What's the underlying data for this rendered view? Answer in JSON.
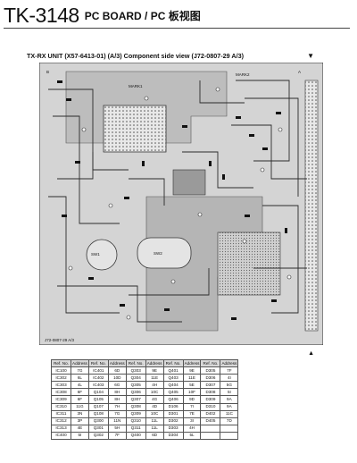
{
  "header": {
    "model": "TK-3148",
    "title": "PC BOARD / PC 板视图"
  },
  "diagram": {
    "caption": "TX-RX UNIT (X57-6413-01) (A/3)  Component side view  (J72-0807-29 A/3)",
    "marker_top": "▼",
    "marker_bottom": "▲",
    "board_labels": [
      "J72-0807-29 A/3",
      "SW1",
      "SW2",
      "MARK1",
      "MARK2",
      "B",
      "A"
    ]
  },
  "ref_table": {
    "headers": [
      "Ref. No.",
      "Address",
      "Ref. No.",
      "Address",
      "Ref. No.",
      "Address",
      "Ref. No.",
      "Address",
      "Ref. No.",
      "Address"
    ],
    "rows": [
      [
        "IC100",
        "7G",
        "IC401",
        "6D",
        "Q303",
        "9E",
        "Q401",
        "9E",
        "D305",
        "7F"
      ],
      [
        "IC302",
        "6L",
        "IC402",
        "10D",
        "Q304",
        "11E",
        "Q403",
        "11E",
        "D306",
        "4I"
      ],
      [
        "IC303",
        "4L",
        "IC403",
        "6G",
        "Q305",
        "4H",
        "Q404",
        "5E",
        "D307",
        "5G"
      ],
      [
        "IC308",
        "6F",
        "Q104",
        "8H",
        "Q306",
        "10C",
        "Q405",
        "10F",
        "D308",
        "5I"
      ],
      [
        "IC309",
        "6F",
        "Q105",
        "8H",
        "Q307",
        "4G",
        "Q406",
        "9D",
        "D309",
        "9A"
      ],
      [
        "IC310",
        "11G",
        "Q107",
        "7H",
        "Q308",
        "4D",
        "D106",
        "7I",
        "D310",
        "9A"
      ],
      [
        "IC311",
        "3N",
        "Q108",
        "7G",
        "Q309",
        "10C",
        "D301",
        "7E",
        "D402",
        "11C"
      ],
      [
        "IC312",
        "3P",
        "Q300",
        "11N",
        "Q310",
        "11L",
        "D302",
        "3I",
        "D405",
        "7D"
      ],
      [
        "IC313",
        "4E",
        "Q301",
        "5H",
        "Q311",
        "11L",
        "D303",
        "4H",
        "",
        ""
      ],
      [
        "IC400",
        "5I",
        "Q302",
        "7F",
        "Q400",
        "6D",
        "D304",
        "5L",
        "",
        ""
      ]
    ]
  }
}
